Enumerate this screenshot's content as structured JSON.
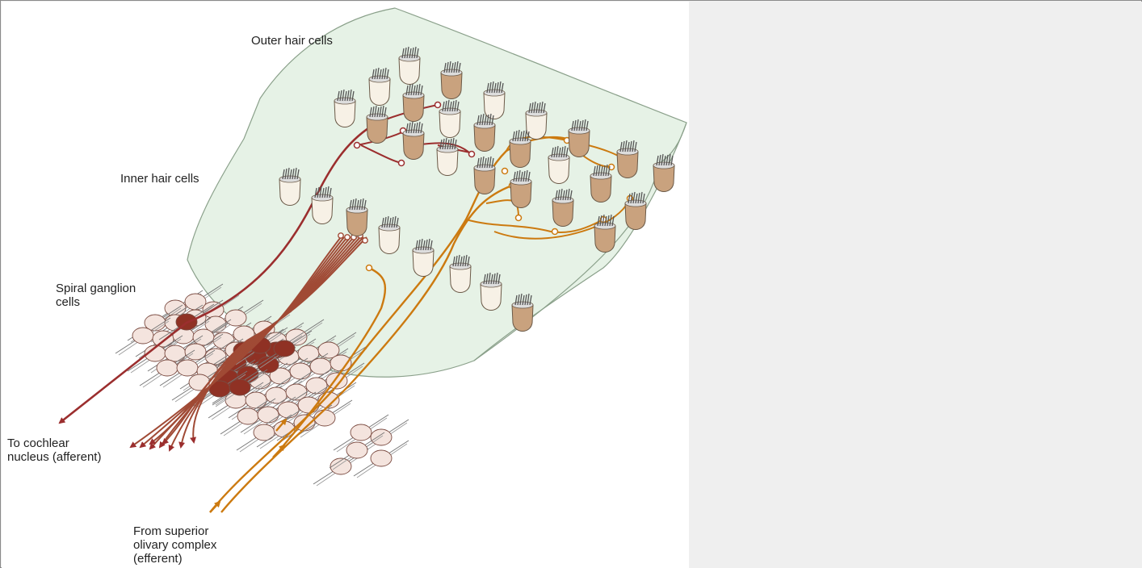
{
  "labels": {
    "outer_hair_cells": "Outer hair cells",
    "inner_hair_cells": "Inner hair cells",
    "spiral_ganglion": "Spiral ganglion\ncells",
    "to_cochlear": "To cochlear\nnucleus (afferent)",
    "from_superior": "From superior\nolivary complex\n(efferent)"
  },
  "colors": {
    "afferent": "#9b2e2e",
    "afferent_bundle": "#a04a35",
    "efferent": "#cc7a10",
    "membrane": "#e6f2e6",
    "hair_cell": "#f7f1e6",
    "hair_cell_active": "#c9a27e",
    "ganglion": "#f4e4de",
    "ganglion_active": "#8f3124"
  }
}
